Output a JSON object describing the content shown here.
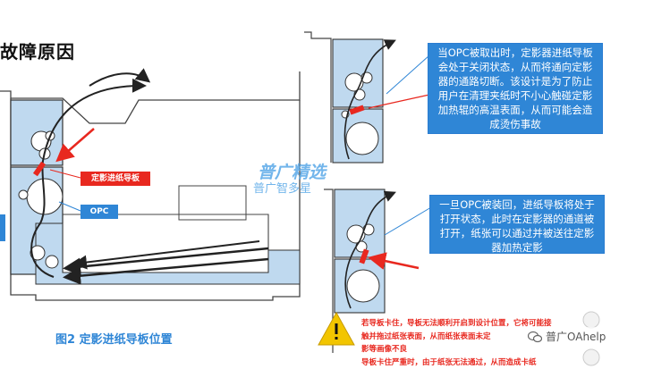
{
  "header": {
    "title": "故障原因"
  },
  "left_diagram": {
    "label_guide": "定影进纸导板",
    "label_opc": "OPC",
    "caption": "图2 定影进纸导板位置"
  },
  "callout_top": {
    "text": "当OPC被取出时，定影器进纸导板会处于关闭状态，从而将通向定影器的通路切断。该设计是为了防止用户在清理夹纸时不小心触碰定影加热辊的高温表面，从而可能会造成烫伤事故"
  },
  "callout_bottom": {
    "text": "一旦OPC被装回，进纸导板将处于打开状态，此时在定影器的通道被打开，纸张可以通过并被送往定影器加热定影"
  },
  "watermark": {
    "line1": "普广精选",
    "line2": "普广智多星"
  },
  "warning": {
    "line1": "若导板卡住，导板无法顺利开启到设计位置，它将可能接",
    "line2": "触并拖过纸张表面，从而纸张表面未定",
    "line3": "影等画像不良",
    "line4": "导板卡住严重时，由于纸张无法通过，从而造成卡纸"
  },
  "wechat": {
    "label": "普广OAhelp"
  },
  "colors": {
    "accent_blue": "#2f86d6",
    "red": "#e8281f",
    "panel_blue": "#bfd9ef"
  }
}
